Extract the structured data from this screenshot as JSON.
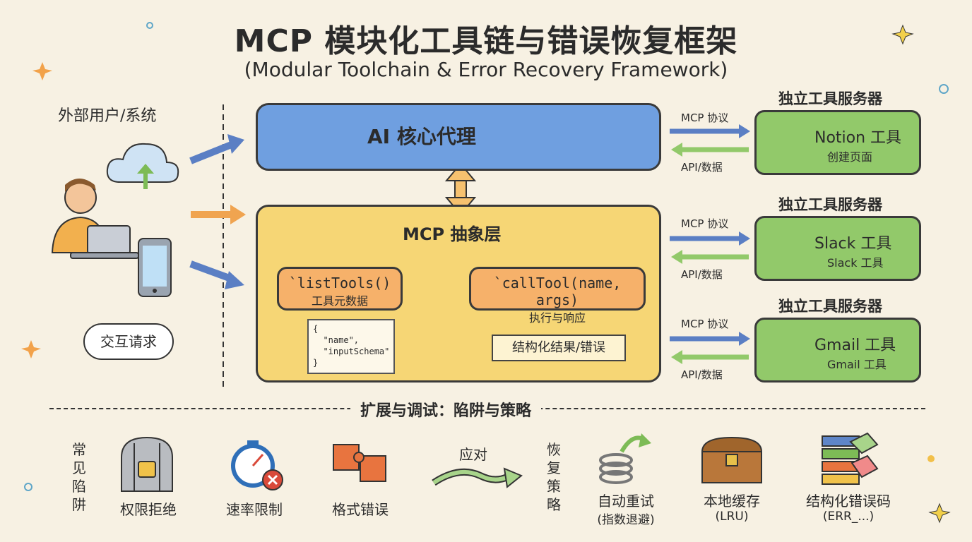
{
  "title": "MCP 模块化工具链与错误恢复框架",
  "subtitle": "(Modular Toolchain & Error Recovery Framework)",
  "external": {
    "label": "外部用户/系统",
    "bubble": "交互请求"
  },
  "core": {
    "label": "AI 核心代理"
  },
  "abstraction": {
    "label": "MCP 抽象层",
    "list_tools": {
      "name": "`listTools()",
      "desc": "工具元数据"
    },
    "call_tool": {
      "name": "`callTool(name, args)",
      "desc": "执行与响应"
    },
    "json_snippet": "{\n  \"name\",\n  \"inputSchema\"\n}",
    "result": "结构化结果/错误"
  },
  "protocol": {
    "forward": "MCP 协议",
    "back": "API/数据"
  },
  "tools": [
    {
      "server": "独立工具服务器",
      "name": "Notion 工具",
      "sub": "创建页面",
      "icon": "notebook-icon"
    },
    {
      "server": "独立工具服务器",
      "name": "Slack 工具",
      "sub": "Slack 工具",
      "icon": "chat-bubble-icon"
    },
    {
      "server": "独立工具服务器",
      "name": "Gmail 工具",
      "sub": "Gmail 工具",
      "icon": "envelope-icon"
    }
  ],
  "strategy_title": "扩展与调试：陷阱与策略",
  "pitfalls": {
    "heading": [
      "常",
      "见",
      "陷",
      "阱"
    ],
    "items": [
      {
        "label": "权限拒绝",
        "icon": "locked-cage-icon"
      },
      {
        "label": "速率限制",
        "icon": "stopwatch-icon"
      },
      {
        "label": "格式错误",
        "icon": "puzzle-icon"
      }
    ]
  },
  "response_label": "应对",
  "strategies": {
    "heading": [
      "恢",
      "复",
      "策",
      "略"
    ],
    "items": [
      {
        "label": "自动重试",
        "sub": "(指数退避)",
        "icon": "spring-retry-icon"
      },
      {
        "label": "本地缓存",
        "sub": "(LRU)",
        "icon": "treasure-chest-icon"
      },
      {
        "label": "结构化错误码",
        "sub": "(ERR_...)",
        "icon": "tag-stack-icon"
      }
    ]
  },
  "colors": {
    "core": "#6f9fe0",
    "abstraction": "#f6d675",
    "pill": "#f6b16a",
    "tool": "#92c96a",
    "arrow": "#5b7fc4"
  }
}
